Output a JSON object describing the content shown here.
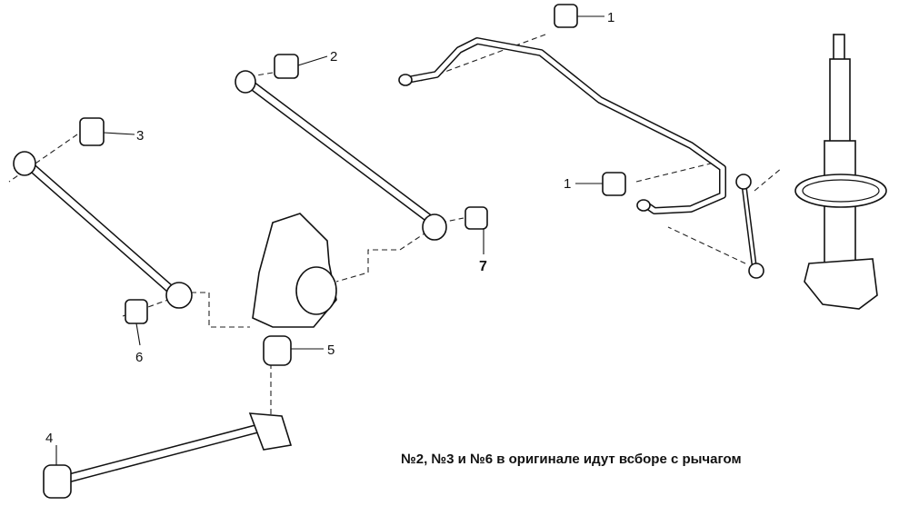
{
  "diagram": {
    "callouts": [
      {
        "id": "bushing-1-top",
        "label": "1"
      },
      {
        "id": "bushing-1-mid",
        "label": "1"
      },
      {
        "id": "bushing-2",
        "label": "2"
      },
      {
        "id": "bushing-3",
        "label": "3"
      },
      {
        "id": "bushing-4",
        "label": "4"
      },
      {
        "id": "bushing-5",
        "label": "5"
      },
      {
        "id": "bushing-6",
        "label": "6"
      },
      {
        "id": "bushing-7",
        "label": "7"
      }
    ],
    "caption": "№2, №3 и №6 в оригинале идут всборе с рычагом"
  }
}
